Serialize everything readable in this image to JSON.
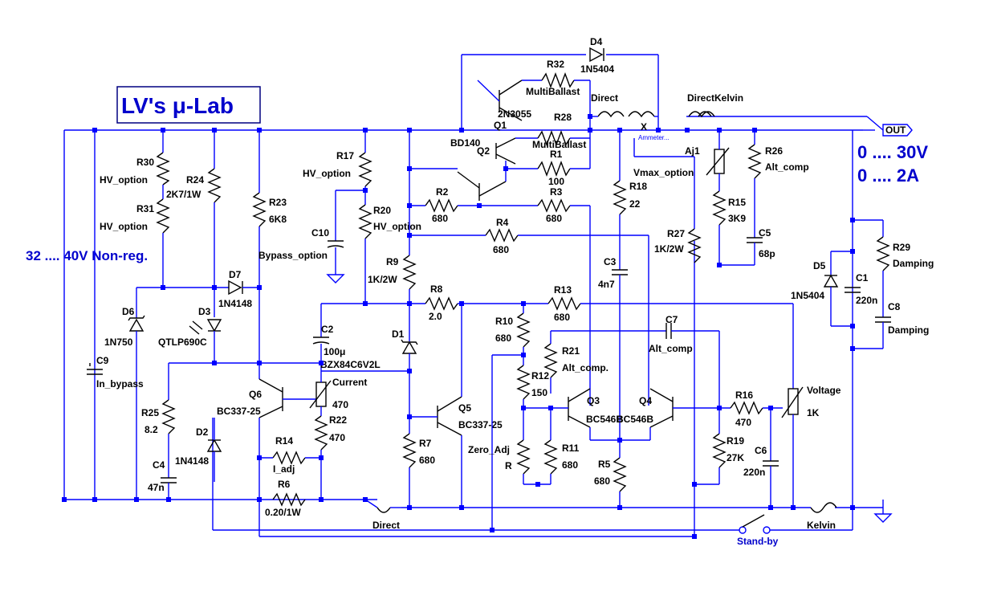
{
  "title": "LV's μ-Lab",
  "annotations": {
    "input_supply": "32 .... 40V Non-reg.",
    "output_voltage": "0 .... 30V",
    "output_current": "0 .... 2A",
    "out_port": "OUT",
    "standby": "Stand-by"
  },
  "components": {
    "d4": "D4",
    "d4v": "1N5404",
    "r32": "R32",
    "r32v": "MultiBallast",
    "r28": "R28",
    "r28v": "MultiBallast",
    "q1": "Q1",
    "q1v": "2N3055",
    "q2": "Q2",
    "q2v": "BD140",
    "r1": "R1",
    "r1v": "100",
    "direct_top": "Direct",
    "direct_kelvin": "DirectKelvin",
    "ammeter": "Ammeter...",
    "r30": "R30",
    "r30v": "HV_option",
    "r31": "R31",
    "r31v": "HV_option",
    "r24": "R24",
    "r24v": "2K7/1W",
    "r23": "R23",
    "r23v": "6K8",
    "r17": "R17",
    "r17v": "HV_option",
    "r20": "R20",
    "r20v": "HV_option",
    "c10": "C10",
    "c10v": "Bypass_option",
    "r9": "R9",
    "r9v": "1K/2W",
    "r2": "R2",
    "r2v": "680",
    "r3": "R3",
    "r3v": "680",
    "r4": "R4",
    "r4v": "680",
    "r18": "R18",
    "r18v": "22",
    "vmax": "Vmax_option",
    "aj1": "Aj1",
    "r26": "R26",
    "r26v": "Alt_comp",
    "r15": "R15",
    "r15v": "3K9",
    "c5": "C5",
    "c5v": "68p",
    "r27": "R27",
    "r27v": "1K/2W",
    "c3": "C3",
    "c3v": "4n7",
    "r29": "R29",
    "r29v": "Damping",
    "c1": "C1",
    "c1v": "220n",
    "d5": "D5",
    "d5v": "1N5404",
    "c8": "C8",
    "c8v": "Damping",
    "d7": "D7",
    "d7v": "1N4148",
    "d6": "D6",
    "d6v": "1N750",
    "d3": "D3",
    "d3v": "QTLP690C",
    "c9": "C9",
    "c9v": "In_bypass",
    "c2": "C2",
    "c2v": "100μ",
    "d1": "D1",
    "d1v": "BZX84C6V2L",
    "r8": "R8",
    "r8v": "2.0",
    "r13": "R13",
    "r13v": "680",
    "r10": "R10",
    "r10v": "680",
    "r21": "R21",
    "r21v": "Alt_comp.",
    "c7": "C7",
    "c7v": "Alt_comp",
    "r12": "R12",
    "r12v": "150",
    "q3": "Q3",
    "q3v": "BC546B",
    "q4": "Q4",
    "q4v": "BC546B",
    "r16": "R16",
    "r16v": "470",
    "voltage": "Voltage",
    "voltagev": "1K",
    "current": "Current",
    "currentv": "470",
    "q6": "Q6",
    "q6v": "BC337-25",
    "r22": "R22",
    "r22v": "470",
    "q5": "Q5",
    "q5v": "BC337-25",
    "r25": "R25",
    "r25v": "8.2",
    "c4": "C4",
    "c4v": "47n",
    "d2": "D2",
    "d2v": "1N4148",
    "r14": "R14",
    "r14v": "I_adj",
    "r7": "R7",
    "r7v": "680",
    "zero_adj": "Zero_Adj",
    "zero_adjv": "R",
    "r11": "R11",
    "r11v": "680",
    "r5": "R5",
    "r5v": "680",
    "r19": "R19",
    "r19v": "27K",
    "c6": "C6",
    "c6v": "220n",
    "r6": "R6",
    "r6v": "0.20/1W",
    "direct_bottom": "Direct",
    "kelvin": "Kelvin",
    "probe_x": "X"
  },
  "colors": {
    "wire": "#0000ff",
    "part": "#000000",
    "title_text": "#0000cc"
  }
}
